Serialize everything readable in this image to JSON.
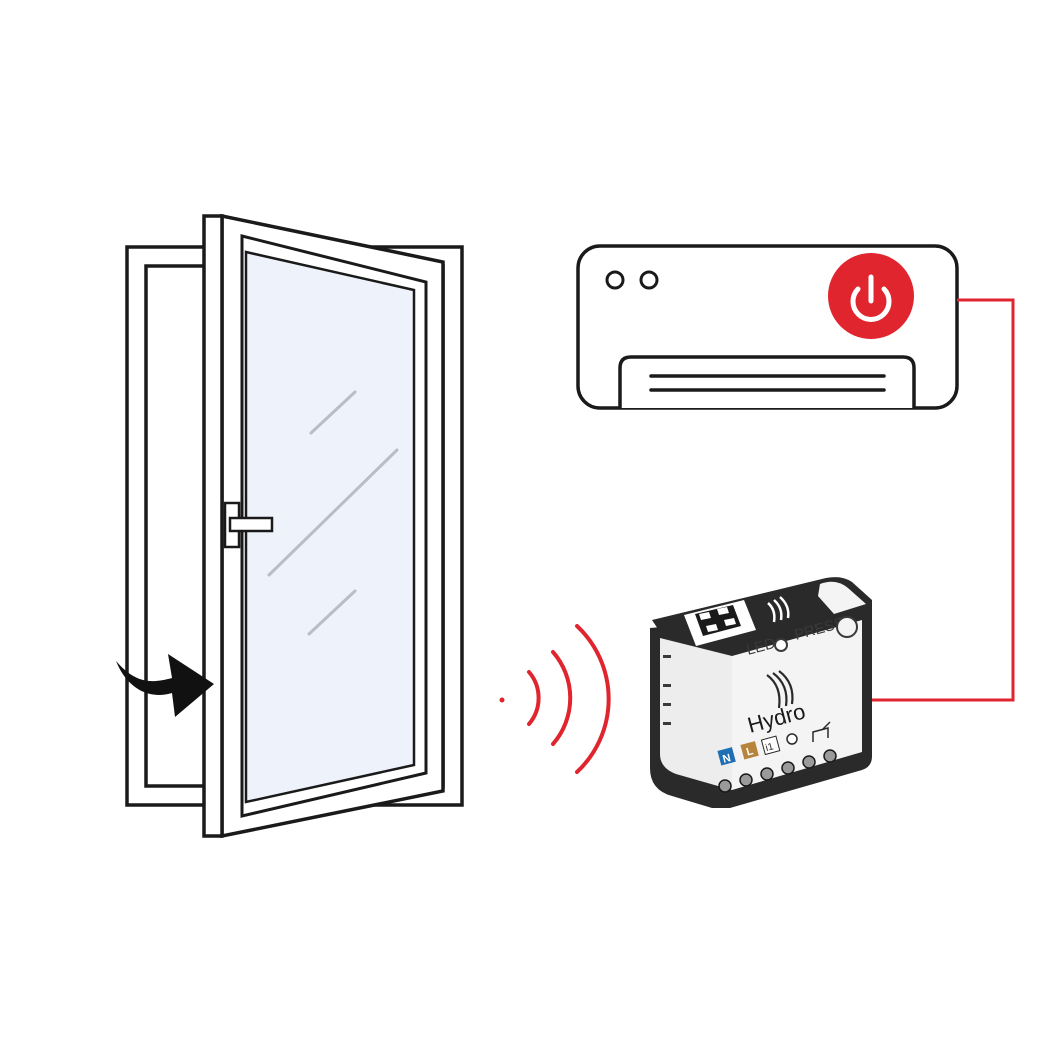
{
  "colors": {
    "accent_red": "#e0252f",
    "outline": "#1a1a1a",
    "glass": "#eef3fb",
    "device_body": "#f2f2f2",
    "device_dark": "#2a2a2a",
    "terminal_n": "#1f6fb5",
    "terminal_l": "#b7843c"
  },
  "icons": {
    "window": "window-icon",
    "arrow": "push-arrow-icon",
    "signal": "wireless-signal-icon",
    "air_conditioner": "air-conditioner-icon",
    "power": "power-icon",
    "qr": "qr-code-icon",
    "logo": "hydro-logo-icon"
  },
  "device": {
    "brand": "Hydro",
    "led_label": "LED",
    "press_label": "PRESS",
    "terminal_n": "N",
    "terminal_l": "L",
    "terminal_i1": "i1"
  }
}
